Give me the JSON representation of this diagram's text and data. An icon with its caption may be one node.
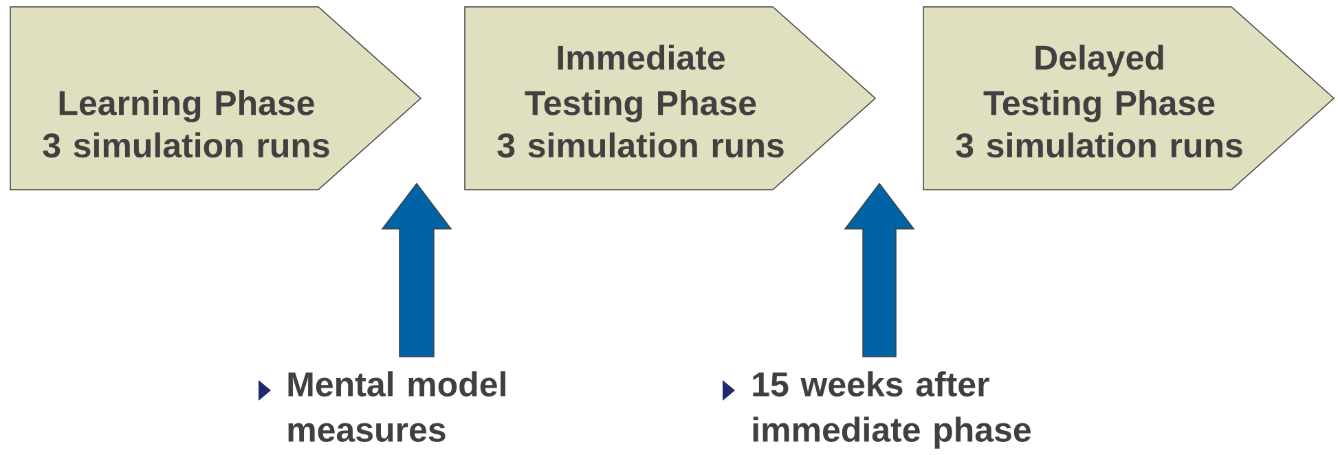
{
  "diagram": {
    "nodes": [
      {
        "text": [
          "Learning Phase",
          "3 simulation runs"
        ]
      },
      {
        "text": [
          "Immediate Testing Phase",
          "3 simulation runs"
        ]
      },
      {
        "text": [
          "Delayed Testing Phase",
          "3 simulation runs"
        ]
      },
      {
        "text": [
          "Mental model measures"
        ]
      },
      {
        "text": [
          "15 weeks after immediate phase"
        ]
      }
    ],
    "edges": [
      {
        "from": 3,
        "to": null,
        "arrow": "to",
        "style": "thick",
        "color": "#0063a6"
      },
      {
        "from": 4,
        "to": null,
        "arrow": "to",
        "style": "thick",
        "color": "#0063a6"
      }
    ]
  }
}
